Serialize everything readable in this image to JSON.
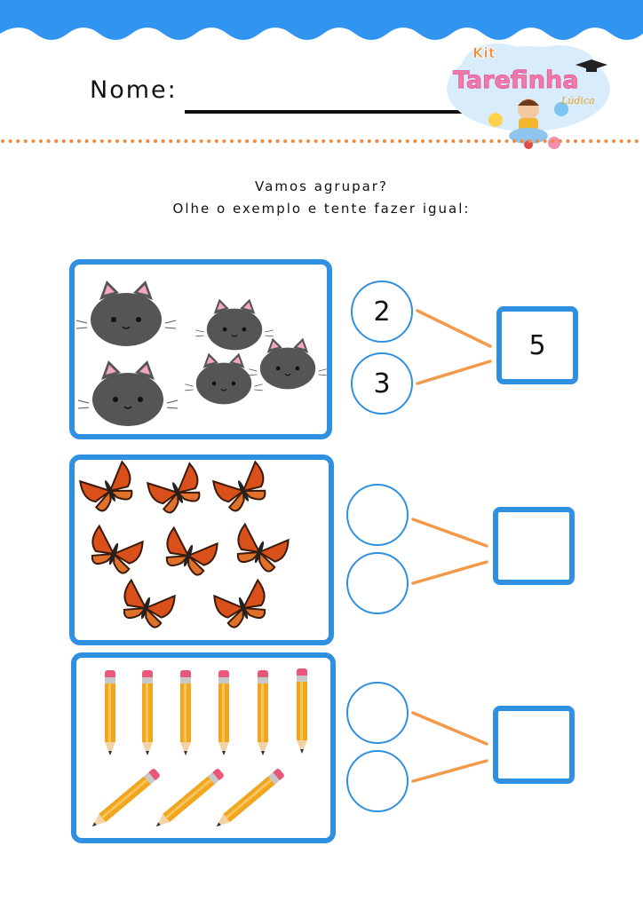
{
  "header": {
    "name_label": "Nome:",
    "logo": {
      "brand_line1": "Kit",
      "brand_line2": "Tarefinha",
      "brand_line3": "Lúdica"
    },
    "wave_color": "#2f95f0",
    "dot_color": "#f08a3c"
  },
  "instructions": {
    "line1": "Vamos agrupar?",
    "line2": "Olhe o exemplo e tente fazer igual:"
  },
  "groups": [
    {
      "item": "cat-icon",
      "count": 5,
      "addend_a": "2",
      "addend_b": "3",
      "sum": "5"
    },
    {
      "item": "butterfly-icon",
      "count": 8,
      "addend_a": "",
      "addend_b": "",
      "sum": ""
    },
    {
      "item": "pencil-icon",
      "count": 9,
      "addend_a": "",
      "addend_b": "",
      "sum": ""
    }
  ],
  "colors": {
    "accent_blue": "#2f8fe0",
    "connector_orange": "#f39a4a"
  }
}
